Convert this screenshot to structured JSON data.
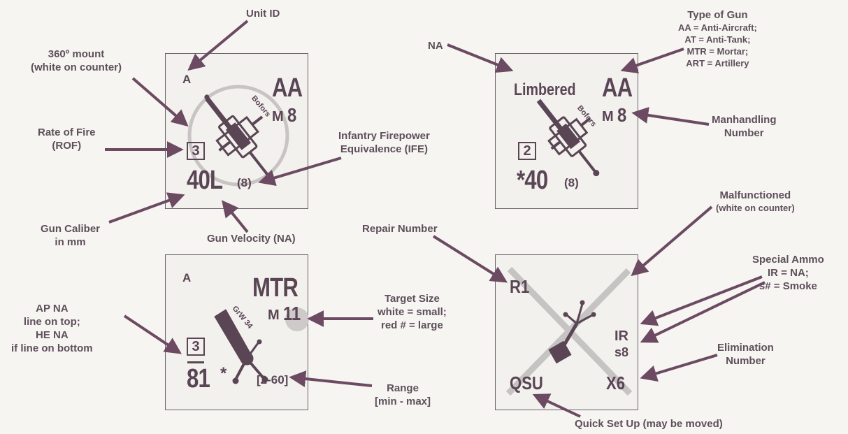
{
  "labels": {
    "unit_id": "Unit ID",
    "mount_line1": "360º mount",
    "mount_line2": "(white on counter)",
    "rof_line1": "Rate of Fire",
    "rof_line2": "(ROF)",
    "ife_line1": "Infantry Firepower",
    "ife_line2": "Equivalence (IFE)",
    "caliber_line1": "Gun Caliber",
    "caliber_line2": "in mm",
    "velocity": "Gun Velocity (NA)",
    "na": "NA",
    "type_title": "Type of Gun",
    "type_aa": "AA = Anti-Aircraft;",
    "type_at": "AT = Anti-Tank;",
    "type_mtr": "MTR = Mortar;",
    "type_art": "ART = Artillery",
    "manhandling_line1": "Manhandling",
    "manhandling_line2": "Number",
    "malfunctioned_line1": "Malfunctioned",
    "malfunctioned_line2": "(white on counter)",
    "repair": "Repair Number",
    "special_title": "Special Ammo",
    "special_ir": "IR = NA;",
    "special_smoke": "s# = Smoke",
    "elimination_line1": "Elimination",
    "elimination_line2": "Number",
    "quick_setup": "Quick Set Up (may be moved)",
    "ap_line1": "AP NA",
    "ap_line2": "line on top;",
    "ap_line3": "HE NA",
    "ap_line4": "if line on bottom",
    "target_title": "Target Size",
    "target_small": "white = small;",
    "target_large": "red # = large",
    "range_title": "Range",
    "range_sub": "[min - max]"
  },
  "counters": {
    "aa_front": {
      "unit_id": "A",
      "type": "AA",
      "m_prefix": "M",
      "m_value": "8",
      "rof": "3",
      "caliber": "40L",
      "ife": "(8)",
      "gun_name": "Bofors"
    },
    "aa_back": {
      "status": "Limbered",
      "type": "AA",
      "m_prefix": "M",
      "m_value": "8",
      "rof": "2",
      "caliber": "*40",
      "ife": "(8)",
      "gun_name": "Bofors"
    },
    "mtr": {
      "unit_id": "A",
      "type": "MTR",
      "m_prefix": "M",
      "m_value": "11",
      "rof": "3",
      "caliber": "81",
      "caliber_mark": "*",
      "range": "[2-60]",
      "gun_name": "GrW 34"
    },
    "malf": {
      "repair": "R1",
      "ir": "IR",
      "smoke": "s8",
      "qsu": "QSU",
      "elim": "X6"
    }
  },
  "colors": {
    "text": "#5e4f5a",
    "arrow": "#6b4a62",
    "counter_border": "#6a6068",
    "mount_circle": "#c8c4c4",
    "target_dot": "#cfcaca",
    "malf_x": "#c6c4c2"
  }
}
